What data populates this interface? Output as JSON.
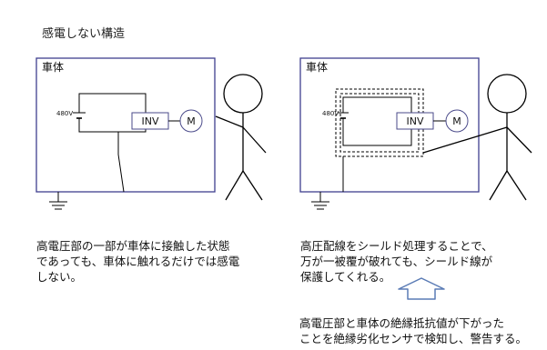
{
  "page_title": "感電しない構造",
  "left_panel": {
    "body_label": "車体",
    "voltage": "480V",
    "inverter": "INV",
    "motor": "M",
    "caption_lines": [
      "高電圧部の一部が車体に接触した状態",
      "であっても、車体に触れるだけでは感電",
      "しない。"
    ]
  },
  "right_panel": {
    "body_label": "車体",
    "voltage": "480V",
    "inverter": "INV",
    "motor": "M",
    "caption_lines": [
      "高圧配線をシールド処理することで、",
      "万が一被覆が破れても、シールド線が",
      "保護してくれる。"
    ]
  },
  "note_lines": [
    "高電圧部と車体の絶縁抵抗値が下がった",
    "ことを絶縁劣化センサで検知し、警告する。"
  ],
  "colors": {
    "frame": "#3f3f8f",
    "line": "#000000",
    "arrow": "#5a7bb5"
  }
}
